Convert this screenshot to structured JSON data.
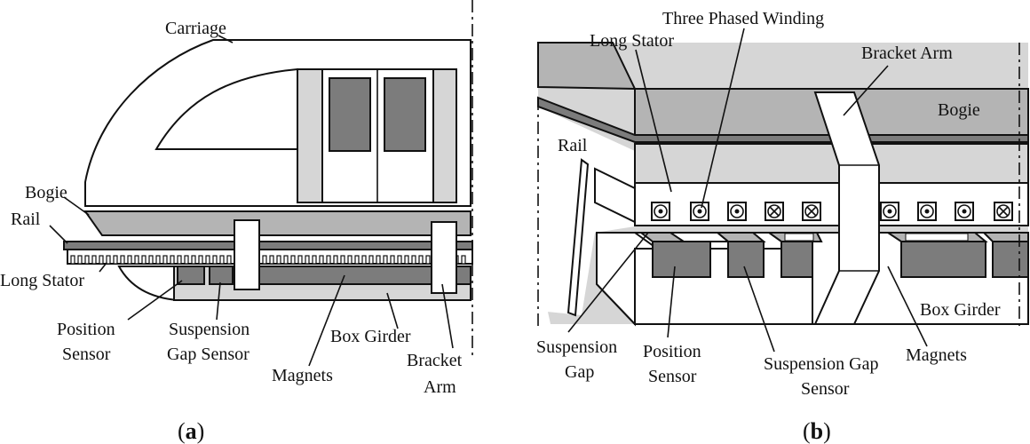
{
  "panel_a": {
    "caption_open": "(",
    "caption_letter": "a",
    "caption_close": ")",
    "labels": {
      "carriage": "Carriage",
      "bogie": "Bogie",
      "rail": "Rail",
      "long_stator": "Long Stator",
      "position_sensor_1": "Position",
      "position_sensor_2": "Sensor",
      "suspension_gap_sensor_1": "Suspension",
      "suspension_gap_sensor_2": "Gap Sensor",
      "magnets": "Magnets",
      "box_girder": "Box Girder",
      "bracket_arm_1": "Bracket",
      "bracket_arm_2": "Arm"
    }
  },
  "panel_b": {
    "caption_open": "(",
    "caption_letter": "b",
    "caption_close": ")",
    "labels": {
      "three_phased_winding": "Three Phased Winding",
      "long_stator": "Long Stator",
      "bracket_arm": "Bracket Arm",
      "bogie": "Bogie",
      "rail": "Rail",
      "box_girder": "Box Girder",
      "suspension_gap_1": "Suspension",
      "suspension_gap_2": "Gap",
      "position_sensor_1": "Position",
      "position_sensor_2": "Sensor",
      "suspension_gap_sensor_1": "Suspension Gap",
      "suspension_gap_sensor_2": "Sensor",
      "magnets": "Magnets"
    }
  },
  "colors": {
    "light_gray": "#d6d6d6",
    "mid_gray": "#b4b4b4",
    "dark_gray": "#7c7c7c",
    "outline": "#111111"
  }
}
